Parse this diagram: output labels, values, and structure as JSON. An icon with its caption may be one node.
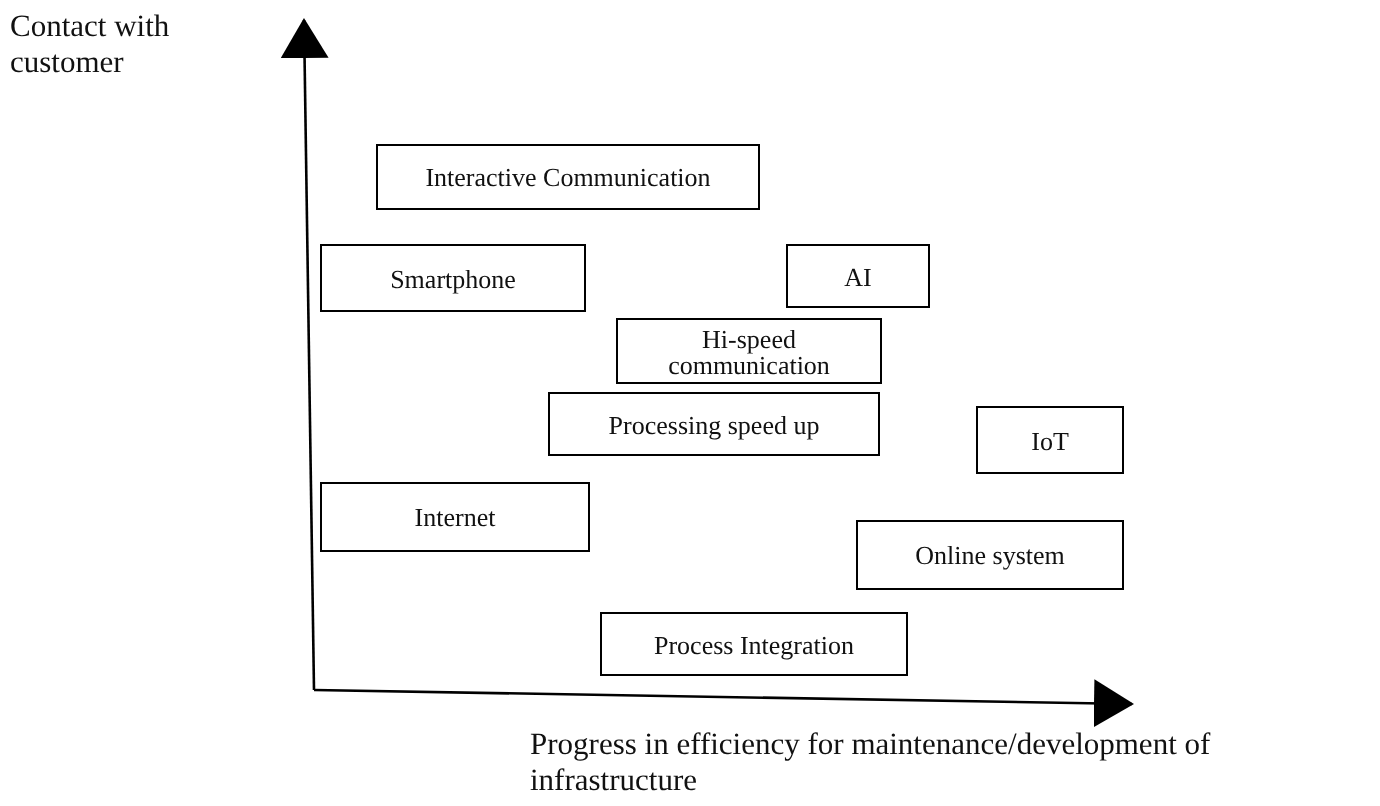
{
  "diagram": {
    "nodes": [
      {
        "text": [
          "Interactive Communication"
        ]
      },
      {
        "text": [
          "Smartphone"
        ]
      },
      {
        "text": [
          "AI"
        ]
      },
      {
        "text": [
          "Hi-speed communication"
        ]
      },
      {
        "text": [
          "Processing speed up"
        ]
      },
      {
        "text": [
          "IoT"
        ]
      },
      {
        "text": [
          "Internet"
        ]
      },
      {
        "text": [
          "Online system"
        ]
      },
      {
        "text": [
          "Process Integration"
        ]
      }
    ],
    "labels": [
      "Contact with customer",
      "Progress in efficiency for maintenance/development of infrastructure"
    ]
  }
}
